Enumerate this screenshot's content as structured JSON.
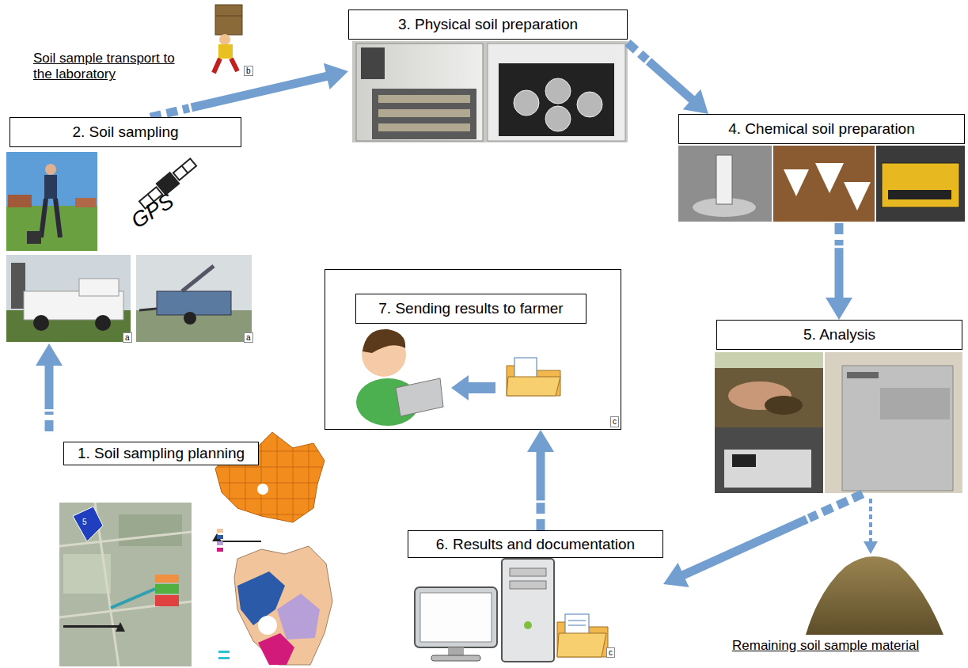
{
  "diagram": {
    "nodes": [
      {
        "text": [
          "1. Soil sampling planning"
        ]
      },
      {
        "text": [
          "2. Soil sampling"
        ]
      },
      {
        "text": [
          "3. Physical soil preparation"
        ]
      },
      {
        "text": [
          "4. Chemical soil preparation"
        ]
      },
      {
        "text": [
          "5. Analysis"
        ]
      },
      {
        "text": [
          "6. Results and documentation"
        ]
      },
      {
        "text": [
          "c"
        ]
      },
      {
        "text": [
          "7. Sending results to farmer"
        ],
        "in": 6
      }
    ],
    "edges": [
      {
        "from": 0,
        "to": 1,
        "arrow": "to"
      },
      {
        "from": 1,
        "to": 2,
        "arrow": "to"
      },
      {
        "from": 2,
        "to": 3,
        "arrow": "to"
      },
      {
        "from": 3,
        "to": 4,
        "arrow": "to"
      },
      {
        "from": 4,
        "to": 5,
        "arrow": "to"
      },
      {
        "from": 5,
        "to": 6,
        "arrow": "to"
      }
    ],
    "labels": [
      "Soil sample transport to the laboratory",
      "b",
      "GPS",
      "a",
      "a",
      "c",
      "Remaining soil sample material",
      "5"
    ]
  }
}
